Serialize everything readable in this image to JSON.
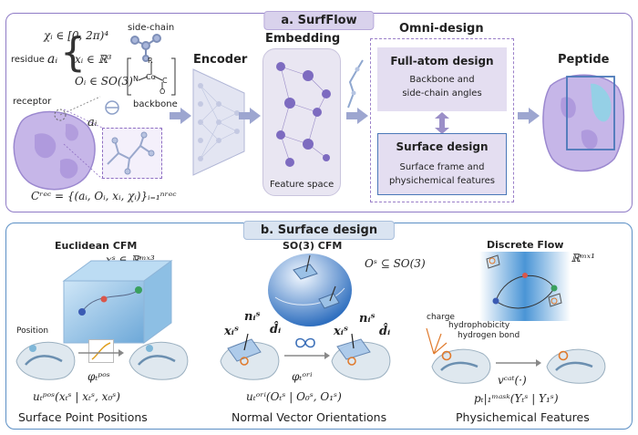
{
  "panel_a": {
    "title": "a. SurfFlow",
    "sidechain_label": "side-chain",
    "chi_def": "χᵢ ∈ [0, 2π)⁴",
    "residue_label": "residue",
    "residue_symbol": "aᵢ",
    "x_def": "xᵢ ∈ ℝ³",
    "o_def": "Oᵢ ∈ SO(3)",
    "backbone_label": "backbone",
    "receptor_label": "receptor",
    "ai_label": "aᵢ",
    "crec_formula": "Cʳᵉᶜ = {(aᵢ, Oᵢ, xᵢ, χᵢ)}ᵢ₌₁ⁿʳᵉᶜ",
    "encoder_label": "Encoder",
    "embedding_label": "Embedding",
    "feature_space_label": "Feature space",
    "omni_label": "Omni-design",
    "fullatom_title": "Full-atom design",
    "fullatom_desc_1": "Backbone and",
    "fullatom_desc_2": "side-chain angles",
    "surface_title": "Surface design",
    "surface_desc_1": "Surface frame and",
    "surface_desc_2": "physichemical features",
    "peptide_label": "Peptide",
    "atom_R": "R",
    "atom_N": "N",
    "atom_Ca": "Cα",
    "atom_C": "C",
    "atom_O": "O"
  },
  "panel_b": {
    "title": "b. Surface design",
    "euclid_title": "Euclidean CFM",
    "euclid_formula": "xˢ ∈ ℝᵐˣ³",
    "position_label": "Position",
    "phi_pos": "φₜᵖᵒˢ",
    "u_pos": "uₜᵖᵒˢ(xₜˢ | xₜˢ, x₀ˢ)",
    "euclid_caption": "Surface Point Positions",
    "so3_title": "SO(3) CFM",
    "so3_formula": "Oˢ ⊆ SO(3)",
    "n_label": "nᵢˢ",
    "d_label": "d̂ᵢ",
    "x_label": "xᵢˢ",
    "phi_ori": "φₜᵒʳⁱ",
    "u_ori": "uₜᵒʳⁱ(Oₜˢ | O₀ˢ, O₁ˢ)",
    "so3_caption": "Normal Vector Orientations",
    "discrete_title": "Discrete Flow",
    "discrete_formula": "Υˢ ∈ ℝᵐˣ¹",
    "charge_label": "charge",
    "hydrophobicity_label": "hydrophobicity",
    "hbond_label": "hydrogen bond",
    "v_cat": "vᶜᵃᵗ(·)",
    "p_mask": "pₜ|₁ᵐᵃˢᵏ(Υₜˢ | Υ₁ˢ)",
    "discrete_caption": "Physichemical Features"
  },
  "colors": {
    "panel_a_border": "#8f7bc6",
    "panel_b_border": "#5b8fc5",
    "protein": "#b9a7df",
    "arrow": "#9da6d0",
    "surface_box_border": "#4a78b8",
    "omni_border": "#9b80c9"
  }
}
